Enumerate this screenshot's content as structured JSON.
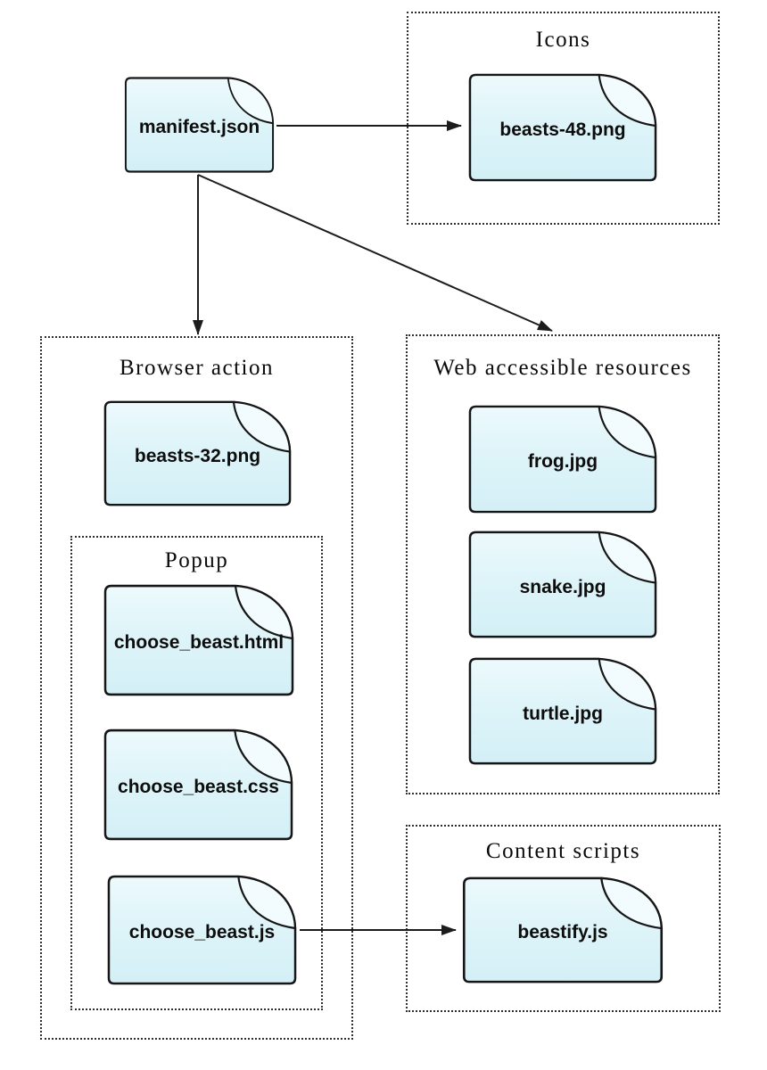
{
  "groups": {
    "icons": {
      "title": "Icons"
    },
    "browser_action": {
      "title": "Browser action"
    },
    "popup": {
      "title": "Popup"
    },
    "web_accessible_resources": {
      "title": "Web accessible resources"
    },
    "content_scripts": {
      "title": "Content scripts"
    }
  },
  "files": {
    "manifest": {
      "label": "manifest.json"
    },
    "beasts_48": {
      "label": "beasts-48.png"
    },
    "beasts_32": {
      "label": "beasts-32.png"
    },
    "choose_beast_html": {
      "label": "choose_beast.html"
    },
    "choose_beast_css": {
      "label": "choose_beast.css"
    },
    "choose_beast_js": {
      "label": "choose_beast.js"
    },
    "frog": {
      "label": "frog.jpg"
    },
    "snake": {
      "label": "snake.jpg"
    },
    "turtle": {
      "label": "turtle.jpg"
    },
    "beastify": {
      "label": "beastify.js"
    }
  },
  "edges": [
    {
      "from": "manifest.json",
      "to": "beasts-48.png"
    },
    {
      "from": "manifest.json",
      "to": "Browser action"
    },
    {
      "from": "manifest.json",
      "to": "Web accessible resources"
    },
    {
      "from": "choose_beast.js",
      "to": "beastify.js"
    }
  ],
  "icon_glyphs": {
    "file_node": "document-folded-corner-icon"
  },
  "colors": {
    "background": "#ffffff",
    "file_fill_top": "#edfafc",
    "file_fill_bottom": "#d3f0f6",
    "file_flap_fill": "#f2fbfd",
    "file_border": "#161616",
    "group_border": "#2f2f2f",
    "arrow": "#1c1c1c",
    "label_text": "#0d0d0d",
    "title_text": "#0a0a0a"
  }
}
